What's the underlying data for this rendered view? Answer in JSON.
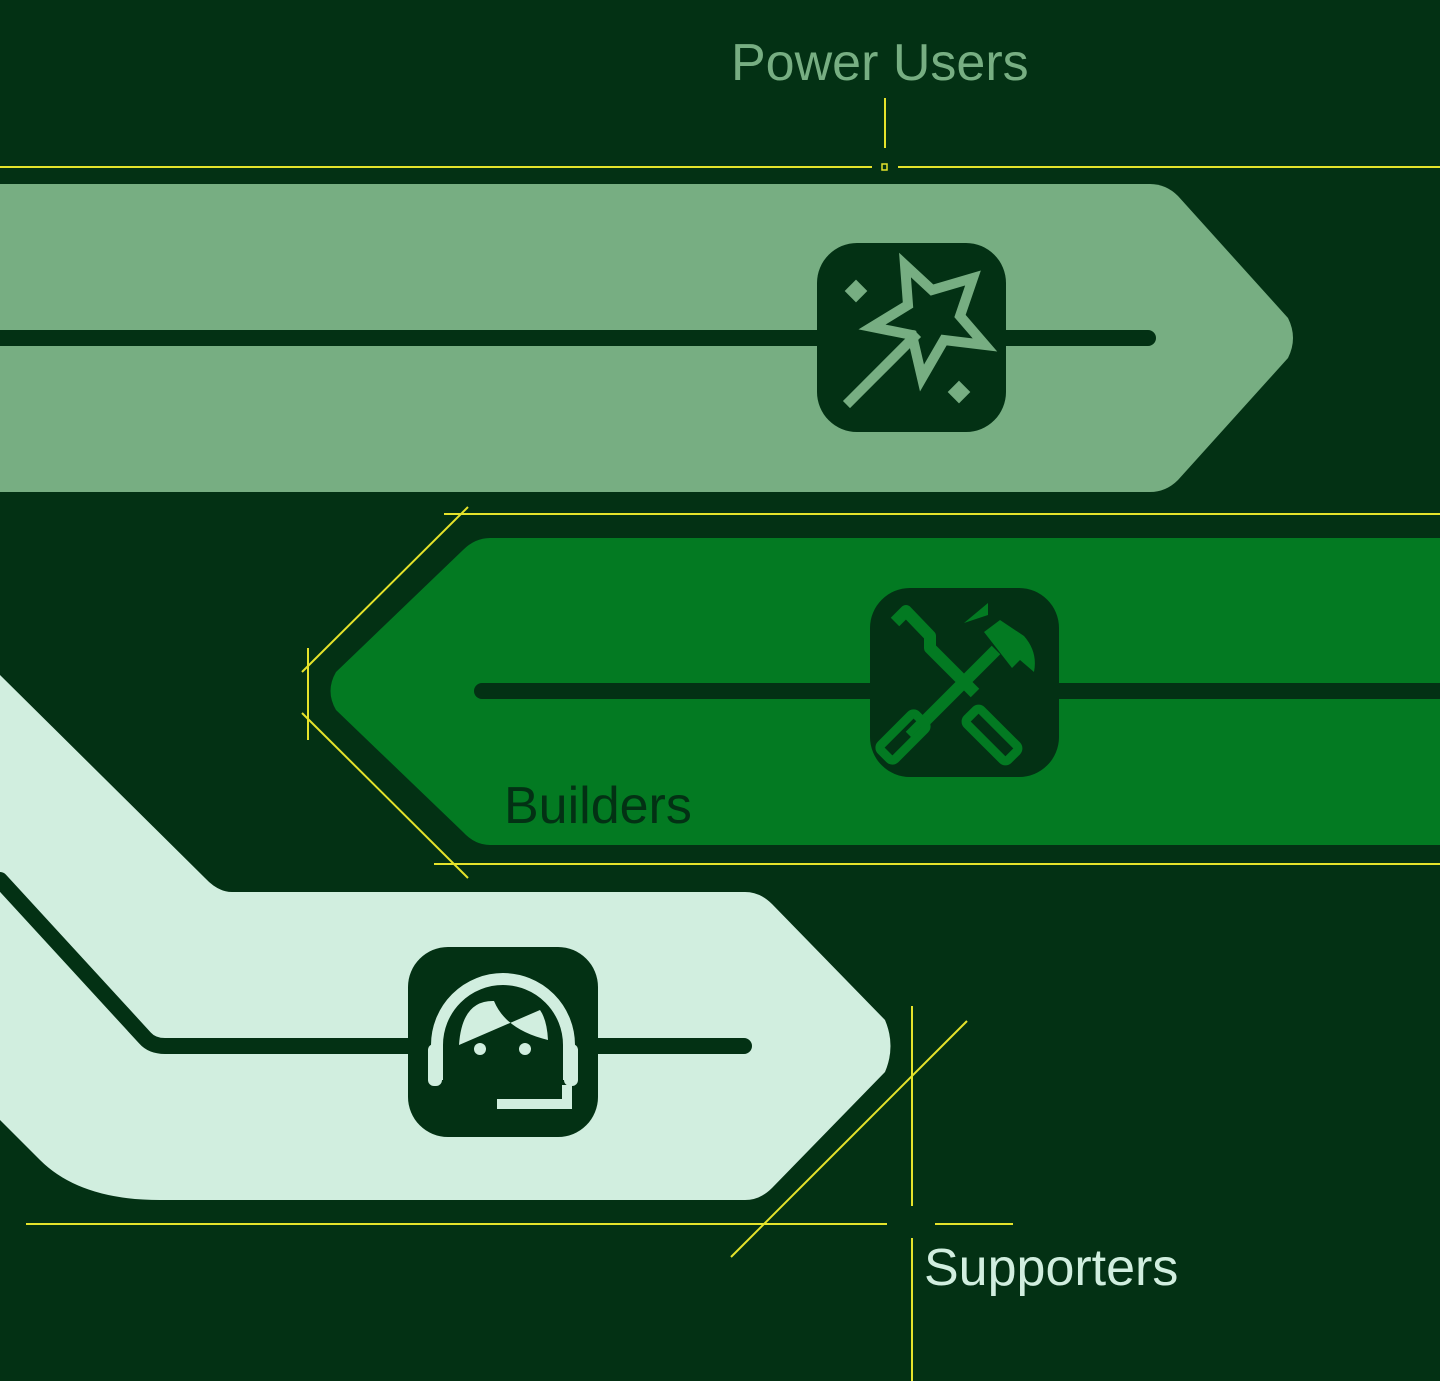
{
  "colors": {
    "background": "#033114",
    "power_users": "#77ae82",
    "builders": "#037a22",
    "supporters": "#d1eedf",
    "guides": "#e5e32b"
  },
  "segments": [
    {
      "label": "Power Users",
      "icon": "magic-wand-icon",
      "direction": "right"
    },
    {
      "label": "Builders",
      "icon": "tools-icon",
      "direction": "left"
    },
    {
      "label": "Supporters",
      "icon": "headset-agent-icon",
      "direction": "right"
    }
  ]
}
